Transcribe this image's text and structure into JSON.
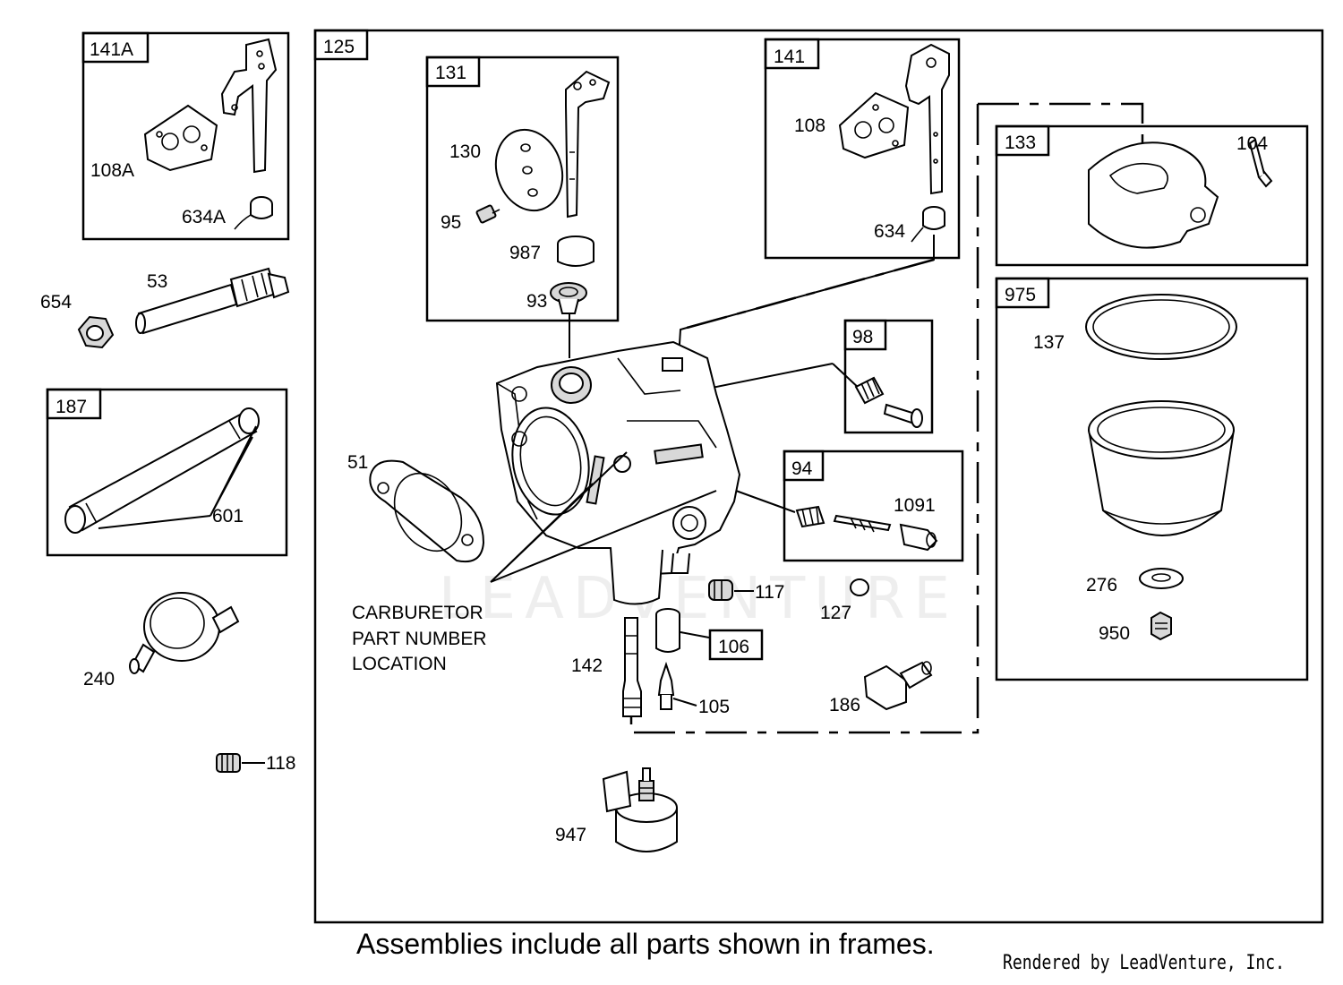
{
  "watermark": "LEADVENTURE",
  "frames": {
    "f125": "125",
    "f141A": "141A",
    "f131": "131",
    "f141": "141",
    "f133": "133",
    "f975": "975",
    "f187": "187",
    "f98": "98",
    "f94": "94",
    "f106": "106"
  },
  "labels": {
    "p108A": "108A",
    "p634A": "634A",
    "p654": "654",
    "p53": "53",
    "p601": "601",
    "p240": "240",
    "p118": "118",
    "p130": "130",
    "p95": "95",
    "p987": "987",
    "p93": "93",
    "p108": "108",
    "p634": "634",
    "p104": "104",
    "p137": "137",
    "p276": "276",
    "p950": "950",
    "p51": "51",
    "p1091": "1091",
    "p117": "117",
    "p127": "127",
    "p142": "142",
    "p105": "105",
    "p186": "186",
    "p947": "947"
  },
  "note_lines": [
    "CARBURETOR",
    "PART NUMBER",
    "LOCATION"
  ],
  "footer": "Assemblies include all parts shown in frames.",
  "rendered_by": "Rendered by LeadVenture, Inc."
}
